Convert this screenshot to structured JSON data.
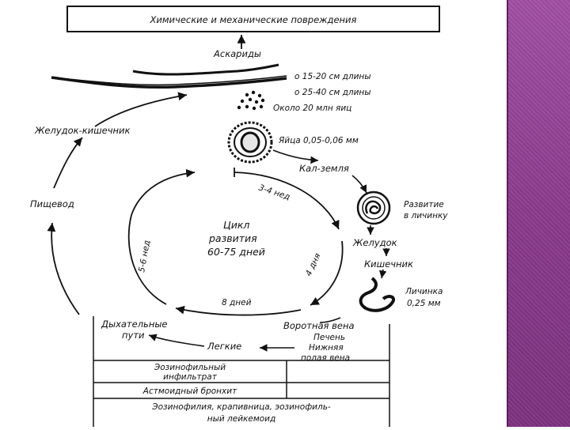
{
  "top_box": "Химические и механические повреждения",
  "ascarids": {
    "title": "Аскариды",
    "female_size": "о 15-20 см длины",
    "male_size": "о 25-40 см длины",
    "egg_count": "Около 20 млн яиц"
  },
  "egg": {
    "label": "Яйца 0,05-0,06 мм"
  },
  "stages": {
    "soil": "Кал-земля",
    "development": [
      "Развитие",
      "в личинку"
    ],
    "stomach": "Желудок",
    "intestine": "Кишечник",
    "larva": [
      "Личинка",
      "0,25 мм"
    ],
    "portal_vein": "Воротная вена",
    "liver_cava": [
      "Печень",
      "Нижняя",
      "полая вена"
    ],
    "lungs": "Легкие",
    "airways": [
      "Дыхательные",
      "пути"
    ],
    "esophagus": "Пищевод",
    "stomach_intestine": "Желудок-кишечник"
  },
  "cycle": {
    "title": [
      "Цикл",
      "развития",
      "60-75 дней"
    ],
    "weeks_3_4": "3-4 нед",
    "weeks_5_6": "5-6 нед",
    "days_4": "4 дня",
    "days_8": "8 дней"
  },
  "table_rows": [
    [
      "Эозинофильный",
      "инфильтрат"
    ],
    [
      "Астмоидный бронхит"
    ],
    [
      "Эозинофилия, крапивница, эозинофиль-",
      "ный лейкемоид"
    ]
  ]
}
